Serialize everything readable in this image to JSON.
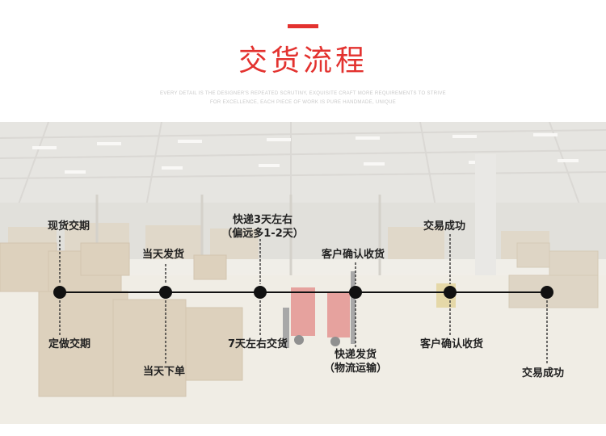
{
  "header": {
    "title": "交货流程",
    "subtitle_line1": "EVERY DETAIL IS THE DESIGNER'S REPEATED SCRUTINY, EXQUISITE CRAFT MORE REQUIREMENTS TO STRIVE",
    "subtitle_line2": "FOR EXCELLENCE, EACH PIECE OF WORK IS PURE HANDMADE, UNIQUE"
  },
  "colors": {
    "accent": "#e3322f",
    "line": "#111111",
    "text": "#222222"
  },
  "timeline": {
    "top_labels": [
      {
        "text": "现货交期"
      },
      {
        "text": "当天发货"
      },
      {
        "text": "快递3天左右",
        "text2": "（偏远多1-2天）"
      },
      {
        "text": "客户确认收货"
      },
      {
        "text": "交易成功"
      }
    ],
    "bottom_labels": [
      {
        "text": "定做交期"
      },
      {
        "text": "当天下单"
      },
      {
        "text": "7天左右交货"
      },
      {
        "text": "快递发货",
        "text2": "（物流运输）"
      },
      {
        "text": "客户确认收货"
      },
      {
        "text": "交易成功"
      }
    ]
  }
}
